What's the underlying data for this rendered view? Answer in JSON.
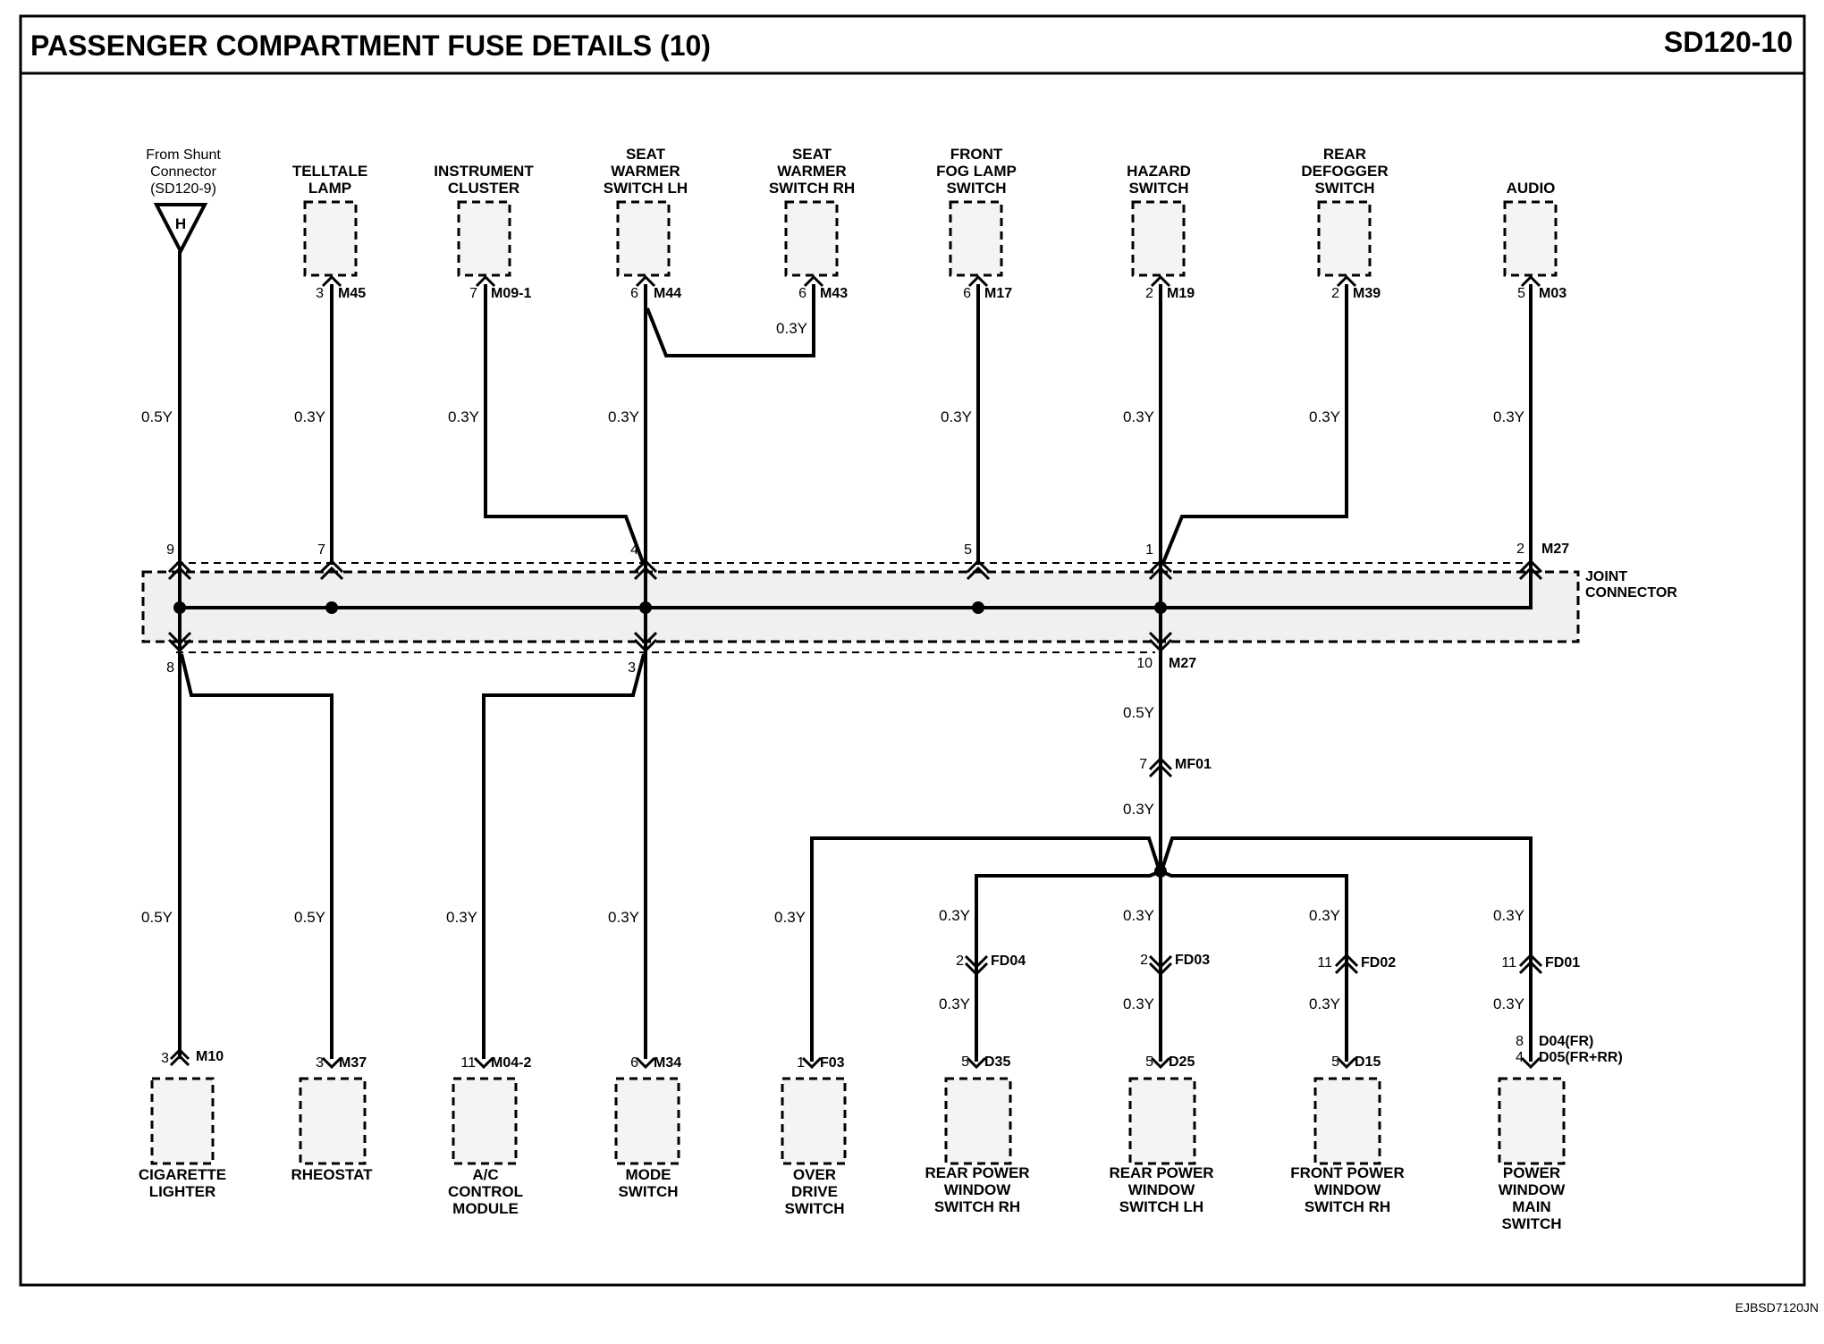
{
  "title": "PASSENGER COMPARTMENT FUSE DETAILS (10)",
  "page_code": "SD120-10",
  "figure_code": "EJBSD7120JN",
  "shunt": {
    "lines": [
      "From Shunt",
      "Connector",
      "(SD120-9)"
    ],
    "symbol": "H",
    "gauge": "0.5Y",
    "joint_pin_top": "9",
    "joint_pin_bottom": "8"
  },
  "top_components": [
    {
      "lines": [
        "TELLTALE",
        "LAMP"
      ],
      "pin": "3",
      "connector": "M45",
      "gauge": "0.3Y",
      "joint_pin": "7"
    },
    {
      "lines": [
        "INSTRUMENT",
        "CLUSTER"
      ],
      "pin": "7",
      "connector": "M09-1",
      "gauge": "0.3Y"
    },
    {
      "lines": [
        "SEAT",
        "WARMER",
        "SWITCH LH"
      ],
      "pin": "6",
      "connector": "M44",
      "gauge": "0.3Y",
      "joint_pin": "4"
    },
    {
      "lines": [
        "SEAT",
        "WARMER",
        "SWITCH RH"
      ],
      "pin": "6",
      "connector": "M43",
      "gauge": "0.3Y"
    },
    {
      "lines": [
        "FRONT",
        "FOG LAMP",
        "SWITCH"
      ],
      "pin": "6",
      "connector": "M17",
      "gauge": "0.3Y",
      "joint_pin": "5"
    },
    {
      "lines": [
        "HAZARD",
        "SWITCH"
      ],
      "pin": "2",
      "connector": "M19",
      "gauge": "0.3Y",
      "joint_pin": "1"
    },
    {
      "lines": [
        "REAR",
        "DEFOGGER",
        "SWITCH"
      ],
      "pin": "2",
      "connector": "M39",
      "gauge": "0.3Y"
    },
    {
      "lines": [
        "AUDIO"
      ],
      "pin": "5",
      "connector": "M03",
      "gauge": "0.3Y",
      "joint_pin": "2",
      "joint_connector": "M27"
    }
  ],
  "joint_connector": {
    "lines": [
      "JOINT",
      "CONNECTOR"
    ],
    "pin_lower_3": "3",
    "pin_lower_10": "10",
    "connector": "M27"
  },
  "mid_chain": {
    "gauge1": "0.5Y",
    "pin": "7",
    "connector": "MF01",
    "gauge2": "0.3Y"
  },
  "bottom_left": [
    {
      "lines": [
        "CIGARETTE",
        "LIGHTER"
      ],
      "pin": "3",
      "connector": "M10",
      "gauge": "0.5Y"
    },
    {
      "lines": [
        "RHEOSTAT"
      ],
      "pin": "3",
      "connector": "M37",
      "gauge": "0.5Y"
    },
    {
      "lines": [
        "A/C",
        "CONTROL",
        "MODULE"
      ],
      "pin": "11",
      "connector": "M04-2",
      "gauge": "0.3Y"
    },
    {
      "lines": [
        "MODE",
        "SWITCH"
      ],
      "pin": "6",
      "connector": "M34",
      "gauge": "0.3Y"
    }
  ],
  "bottom_right": [
    {
      "lines": [
        "OVER",
        "DRIVE",
        "SWITCH"
      ],
      "gauge": "0.3Y",
      "pin": "1",
      "connector": "F03"
    },
    {
      "lines": [
        "REAR POWER",
        "WINDOW",
        "SWITCH RH"
      ],
      "gauge": "0.3Y",
      "inline_pin": "2",
      "inline_connector": "FD04",
      "gauge2": "0.3Y",
      "pin": "5",
      "connector": "D35"
    },
    {
      "lines": [
        "REAR POWER",
        "WINDOW",
        "SWITCH LH"
      ],
      "gauge": "0.3Y",
      "inline_pin": "2",
      "inline_connector": "FD03",
      "gauge2": "0.3Y",
      "pin": "5",
      "connector": "D25"
    },
    {
      "lines": [
        "FRONT POWER",
        "WINDOW",
        "SWITCH RH"
      ],
      "gauge": "0.3Y",
      "inline_pin": "11",
      "inline_connector": "FD02",
      "gauge2": "0.3Y",
      "pin": "5",
      "connector": "D15"
    },
    {
      "lines": [
        "POWER",
        "WINDOW",
        "MAIN",
        "SWITCH"
      ],
      "gauge": "0.3Y",
      "inline_pin": "11",
      "inline_connector": "FD01",
      "gauge2": "0.3Y",
      "pin": "8",
      "connector": "D04(FR)",
      "pin_b": "4",
      "connector_b": "D05(FR+RR)"
    }
  ]
}
